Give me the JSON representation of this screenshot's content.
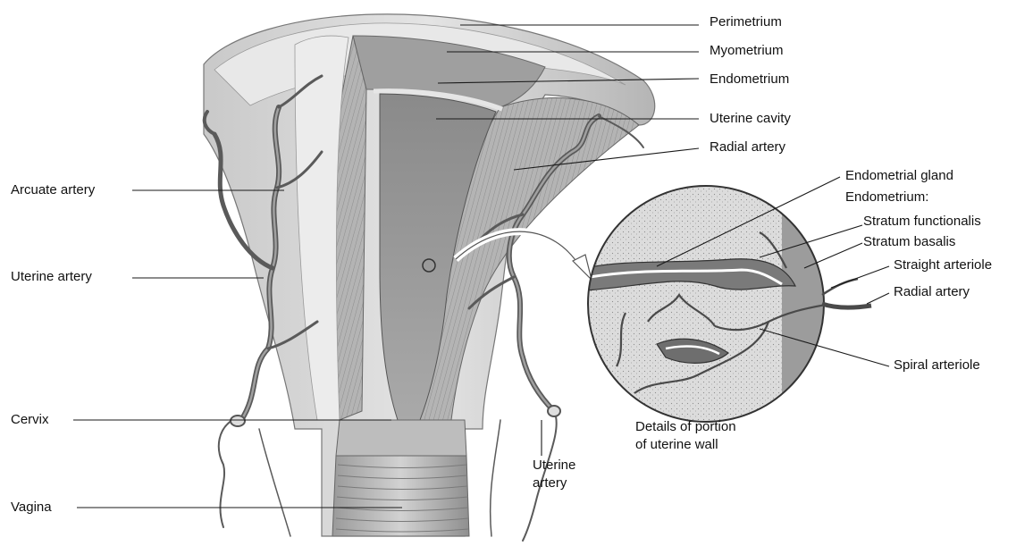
{
  "labels": {
    "perimetrium": "Perimetrium",
    "myometrium": "Myometrium",
    "endometrium": "Endometrium",
    "uterine_cavity": "Uterine cavity",
    "radial_artery_top": "Radial artery",
    "arcuate_artery": "Arcuate artery",
    "uterine_artery_left": "Uterine artery",
    "cervix": "Cervix",
    "vagina": "Vagina",
    "uterine_artery_bottom_line1": "Uterine",
    "uterine_artery_bottom_line2": "artery",
    "endometrial_gland": "Endometrial gland",
    "endometrium_heading": "Endometrium:",
    "stratum_functionalis": "Stratum functionalis",
    "stratum_basalis": "Stratum basalis",
    "straight_arteriole": "Straight arteriole",
    "radial_artery_inset": "Radial artery",
    "spiral_arteriole": "Spiral arteriole"
  },
  "caption": {
    "line1": "Details of portion",
    "line2": "of uterine wall"
  },
  "colors": {
    "tissue_light": "#d9d9d9",
    "tissue_mid": "#a8a8a8",
    "tissue_dark": "#6e6e6e",
    "artery": "#5a5a5a",
    "leader_line": "#1a1a1a"
  }
}
